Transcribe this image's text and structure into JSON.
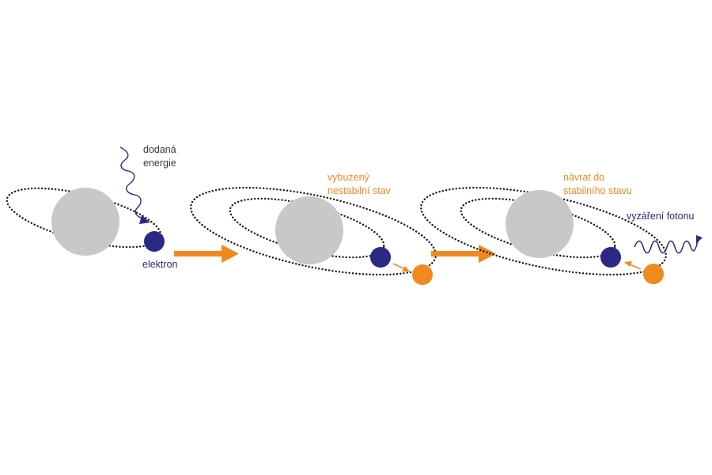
{
  "colors": {
    "nucleus": "#c8c8c8",
    "electron": "#2a2a85",
    "excited": "#ef8a1e",
    "orbit": "#1a1a1a",
    "arrow": "#ef8a1e",
    "wave": "#2a2a85"
  },
  "labels": {
    "energy_line1": "dodaná",
    "energy_line2": "energie",
    "electron": "elektron",
    "excited_line1": "vybuzený",
    "excited_line2": "nestabilní stav",
    "return_line1": "návrat do",
    "return_line2": "stabilního stavu",
    "photon": "vyzáření fotonu"
  }
}
